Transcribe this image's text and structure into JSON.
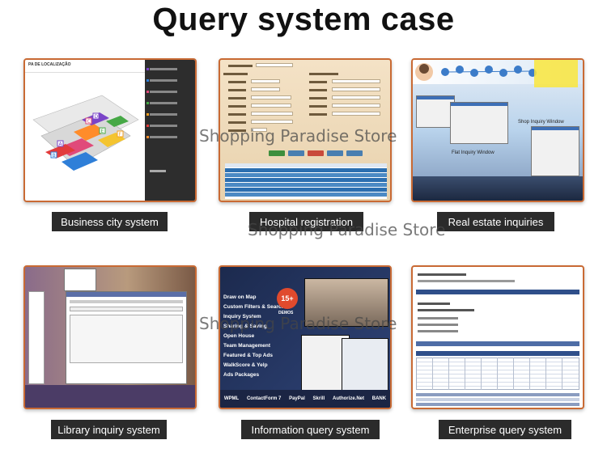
{
  "page": {
    "title": "Query system case",
    "watermark": "Shopping Paradise Store"
  },
  "cards": [
    {
      "id": "business-city",
      "caption": "Business city system",
      "map_heading": "PA DE LOCALIZAÇÃO",
      "zone_letters": [
        "A",
        "B",
        "C",
        "D",
        "E",
        "F"
      ]
    },
    {
      "id": "hospital",
      "caption": "Hospital registration"
    },
    {
      "id": "real-estate",
      "caption": "Real estate inquiries",
      "window_labels": [
        "Shop Inquiry Window",
        "Flat Inquiry Window"
      ]
    },
    {
      "id": "library",
      "caption": "Library inquiry system"
    },
    {
      "id": "information",
      "caption": "Information query system",
      "features": [
        "Draw on Map",
        "Custom Filters & Search",
        "Inquiry System",
        "Sharing & Saving",
        "Open House",
        "Team Management",
        "Featured & Top Ads",
        "WalkScore & Yelp",
        "Ads Packages"
      ],
      "badge_number": "15+",
      "badge_label": "DEMOS",
      "logos": [
        "WPML",
        "ContactForm 7",
        "PayPal",
        "Skrill",
        "Authorize.Net",
        "BANK"
      ]
    },
    {
      "id": "enterprise",
      "caption": "Enterprise query system"
    }
  ],
  "colors": {
    "card_border": "#c96a34",
    "caption_bg": "#2b2b2b",
    "caption_text": "#ffffff"
  }
}
